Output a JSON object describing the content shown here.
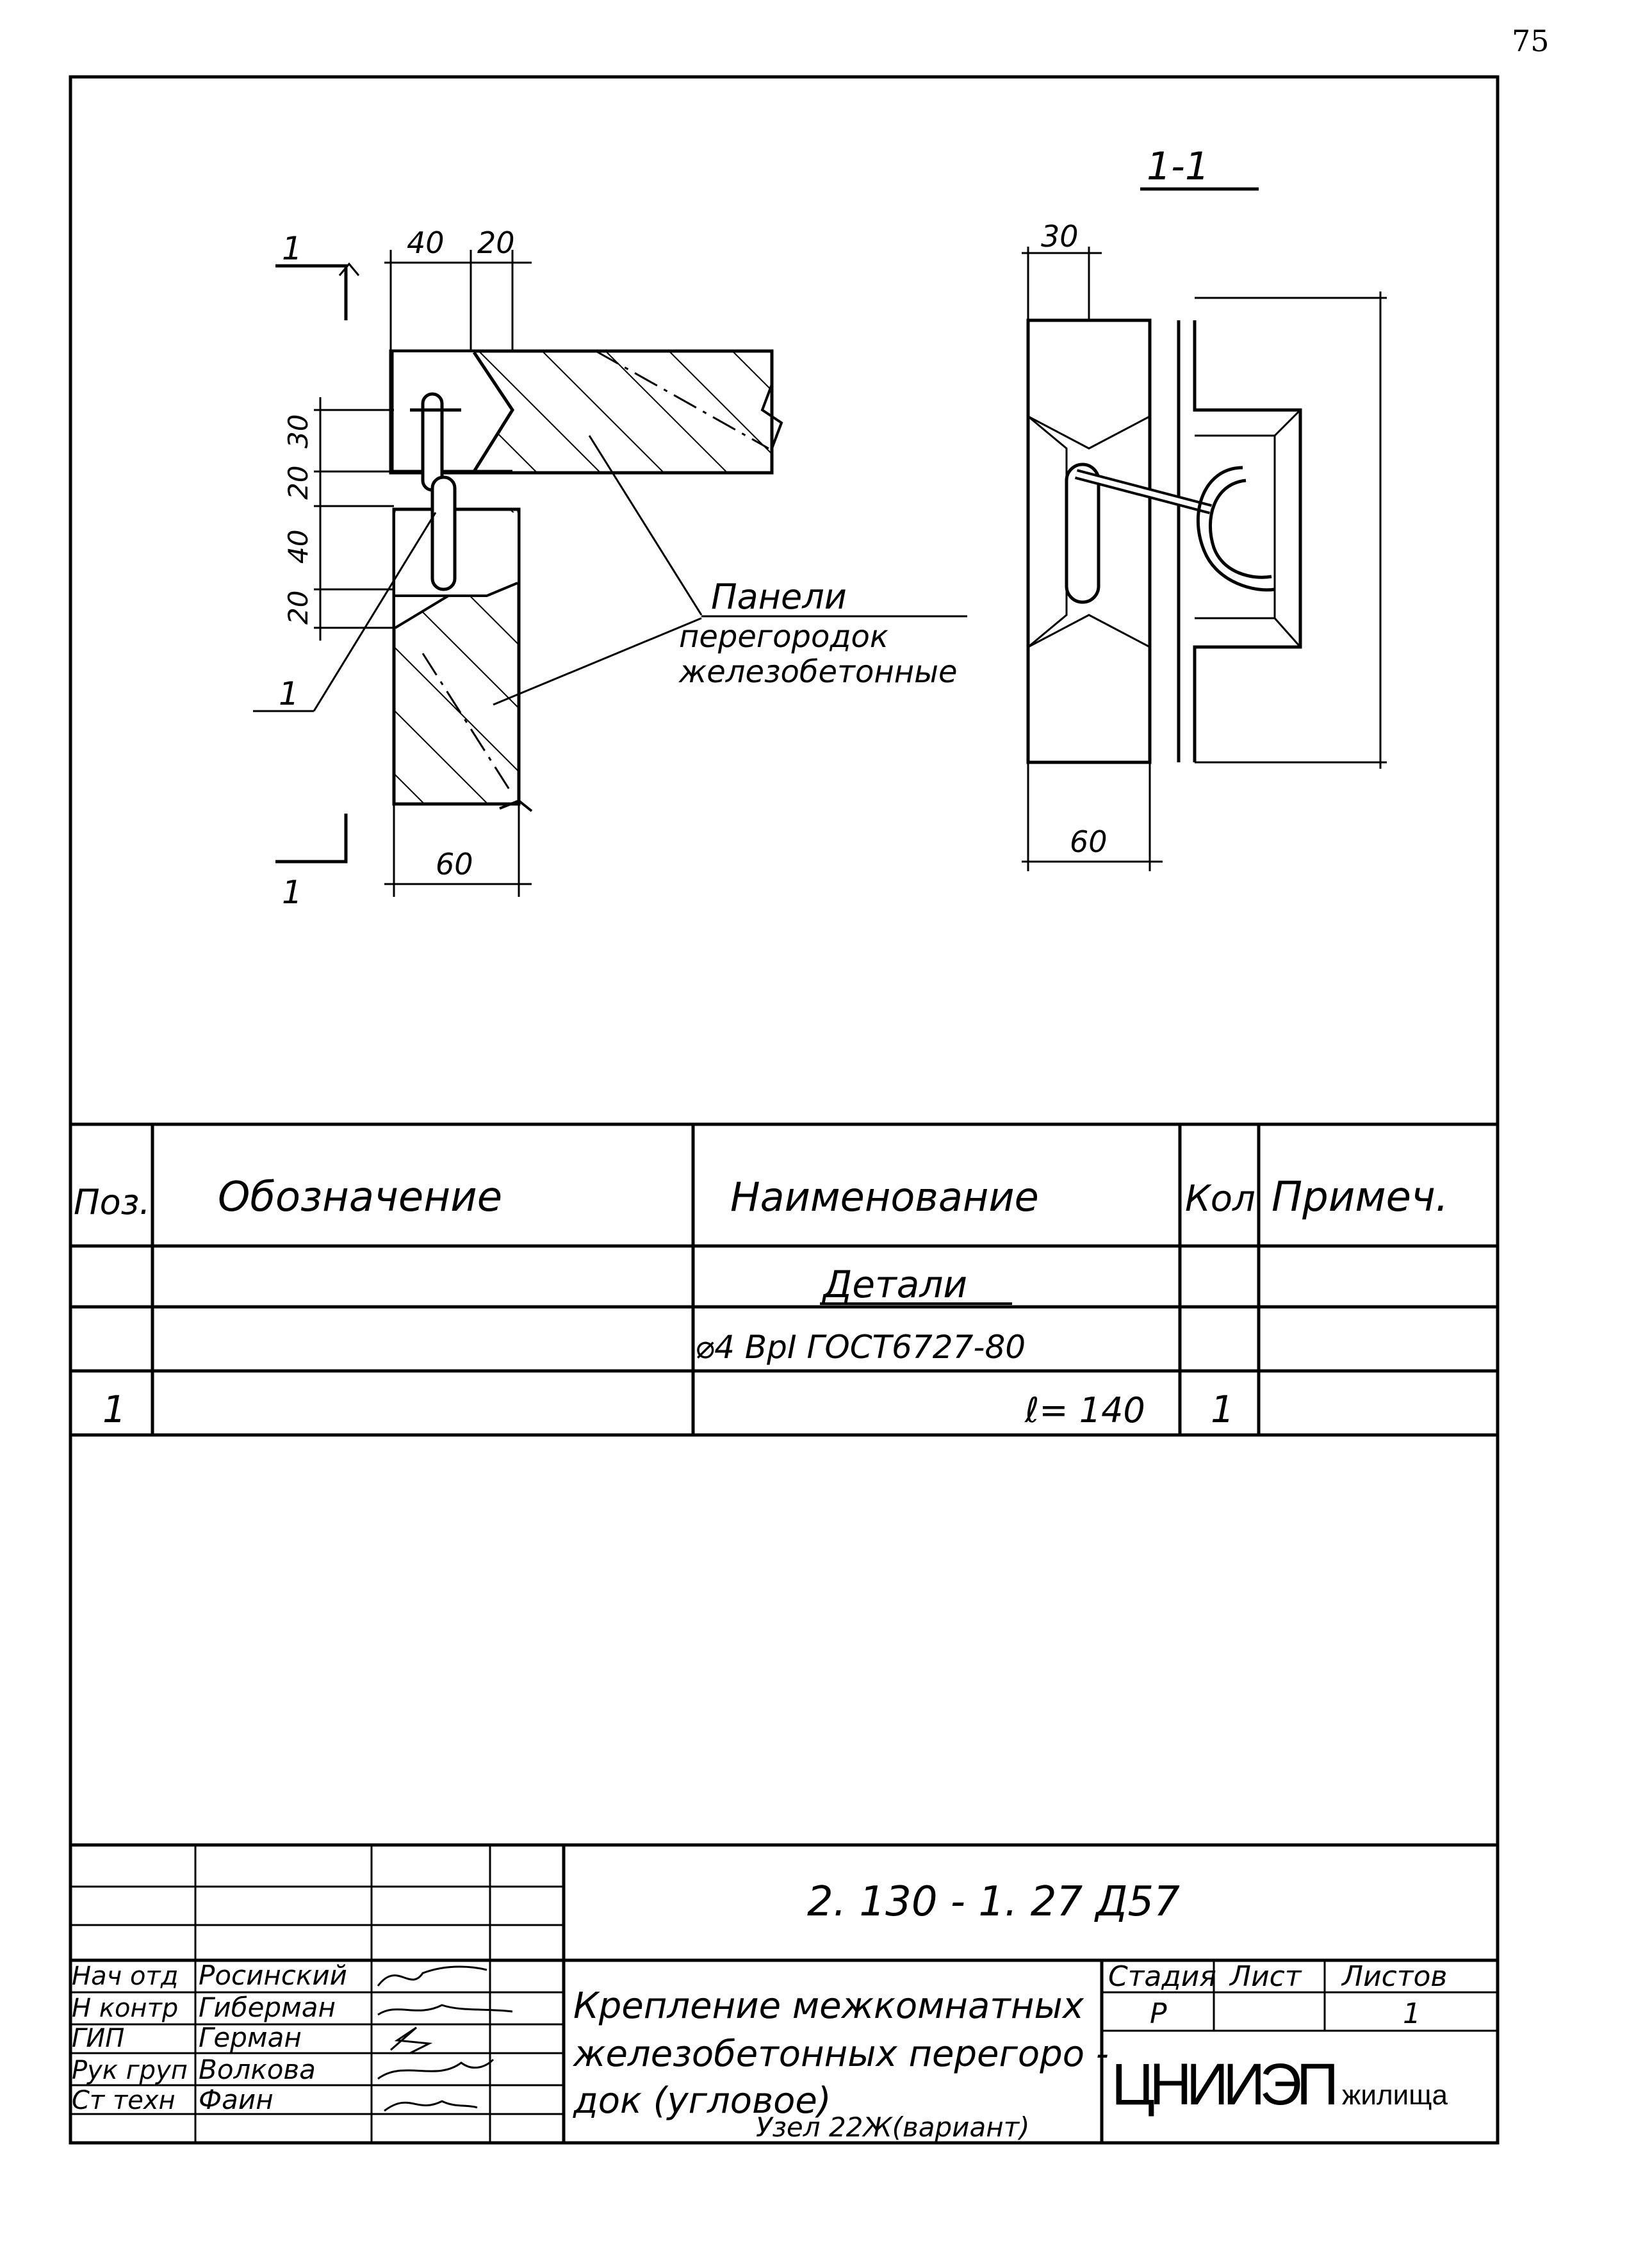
{
  "page_number": "75",
  "drawing": {
    "section_title": "1-1",
    "cut_label": "1",
    "callout_label": "1",
    "dims_plan": {
      "top_a": "40",
      "top_b": "20",
      "left_1": "30",
      "left_2": "20",
      "left_3": "40",
      "left_4": "20",
      "bottom": "60"
    },
    "dims_section": {
      "top": "30",
      "bottom": "60"
    },
    "leader_label_line1": "Панели",
    "leader_label_line2": "перегородок",
    "leader_label_line3": "железобетонные"
  },
  "spec_table": {
    "headers": [
      "Поз.",
      "Обозначение",
      "Наименование",
      "Кол",
      "Примеч."
    ],
    "section_row": "Детали",
    "material_row": "⌀4 ВрⅠ ГОСТ6727-80",
    "item": {
      "pos": "1",
      "name": "ℓ= 140",
      "qty": "1"
    }
  },
  "title_block": {
    "doc_code": "2. 130 - 1. 27   Д57",
    "roles": [
      "Нач отд",
      "Н контр",
      "ГИП",
      "Рук груп",
      "Ст техн"
    ],
    "names": [
      "Росинский",
      "Гиберман",
      "Герман",
      "Волкова",
      "Фаин"
    ],
    "title_line1": "Крепление межкомнатных",
    "title_line2": "железобетонных перегоро -",
    "title_line3": "док  (угловое)",
    "title_line4": "Узел 22Ж(вариант)",
    "stage_label": "Стадия",
    "sheet_label": "Лист",
    "sheets_label": "Листов",
    "stage_value": "Р",
    "sheet_value": "",
    "sheets_value": "1",
    "org_name": "ЦНИИЭП",
    "org_sub": "жилища"
  }
}
